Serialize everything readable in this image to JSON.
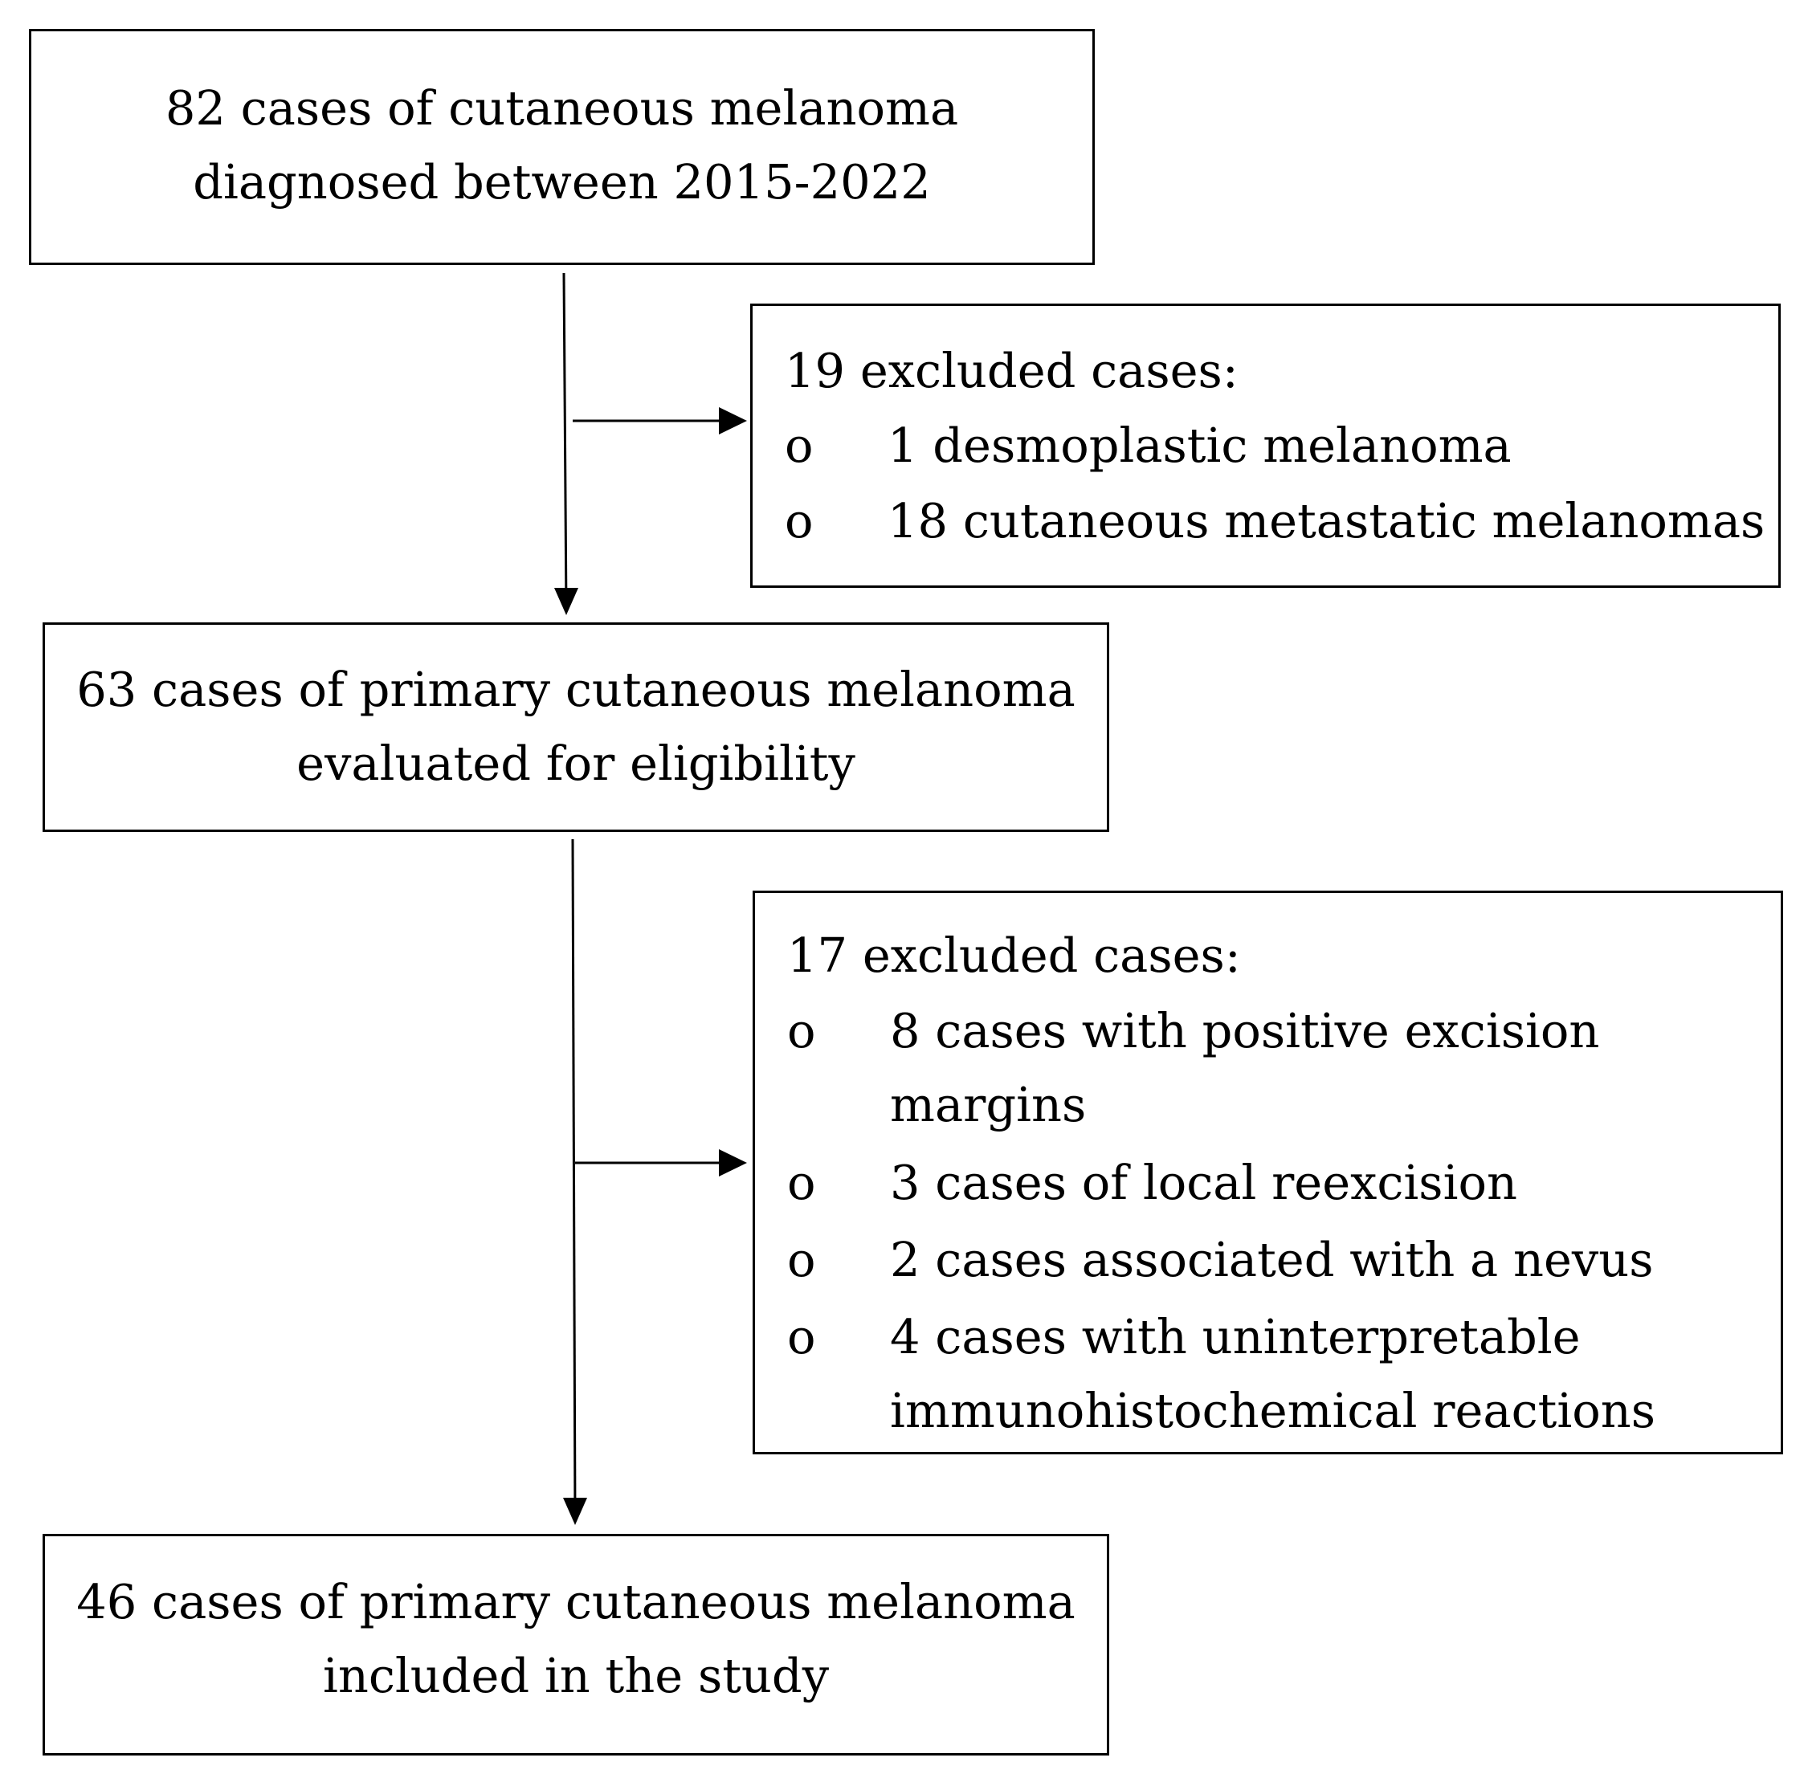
{
  "flow": {
    "step1": {
      "line1": "82 cases of cutaneous melanoma",
      "line2": "diagnosed between 2015-2022"
    },
    "exclusion1": {
      "title": "19 excluded cases:",
      "items": [
        {
          "bullet": "o",
          "text": "1 desmoplastic melanoma"
        },
        {
          "bullet": "o",
          "text": "18 cutaneous metastatic melanomas"
        }
      ]
    },
    "step2": {
      "line1": "63 cases of primary cutaneous melanoma",
      "line2": "evaluated for eligibility"
    },
    "exclusion2": {
      "title": "17 excluded cases:",
      "items": [
        {
          "bullet": "o",
          "text_line1": "8 cases with positive excision",
          "text_line2": "margins"
        },
        {
          "bullet": "o",
          "text_line1": "3 cases of local reexcision"
        },
        {
          "bullet": "o",
          "text_line1": "2 cases associated with a nevus"
        },
        {
          "bullet": "o",
          "text_line1": "4 cases with uninterpretable",
          "text_line2": "immunohistochemical reactions"
        }
      ]
    },
    "step3": {
      "line1": "46 cases of primary cutaneous melanoma",
      "line2": "included in the study"
    }
  }
}
